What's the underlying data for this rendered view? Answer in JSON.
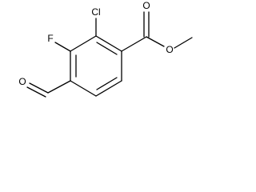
{
  "molecule": {
    "atoms": {
      "cl": "Cl",
      "f": "F",
      "carbonyl_o": "O",
      "ester_o": "O",
      "aldehyde_o": "O"
    },
    "colors": {
      "bond": "#000000",
      "label": "#000000",
      "background": "#ffffff"
    }
  }
}
